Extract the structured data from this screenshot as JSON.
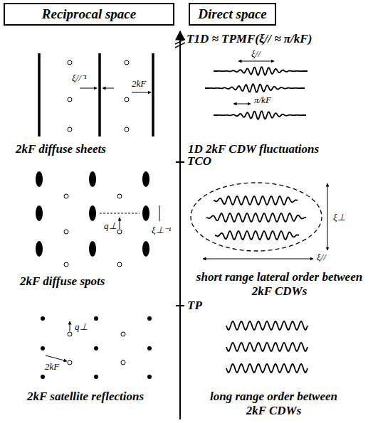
{
  "diagram": {
    "nodes": [
      {
        "text": [
          "Reciprocal space"
        ]
      },
      {
        "text": [
          "Direct space"
        ]
      }
    ],
    "edges": [],
    "labels": [
      "T1D ≈ TPMF(ξ// ≈ π/kF)",
      "ξ//⁻¹",
      "2kF",
      "2kF diffuse sheets",
      "ξ//",
      "π/kF",
      "1D 2kF CDW fluctuations",
      "TCO",
      "ξ⊥⁻¹",
      "q⊥",
      "2kF diffuse spots",
      "ξ⊥",
      "ξ//",
      "short range lateral order between 2kF CDWs",
      "TP",
      "q⊥",
      "2kF",
      "2kF satellite reflections",
      "long range order between 2kF CDWs"
    ]
  }
}
